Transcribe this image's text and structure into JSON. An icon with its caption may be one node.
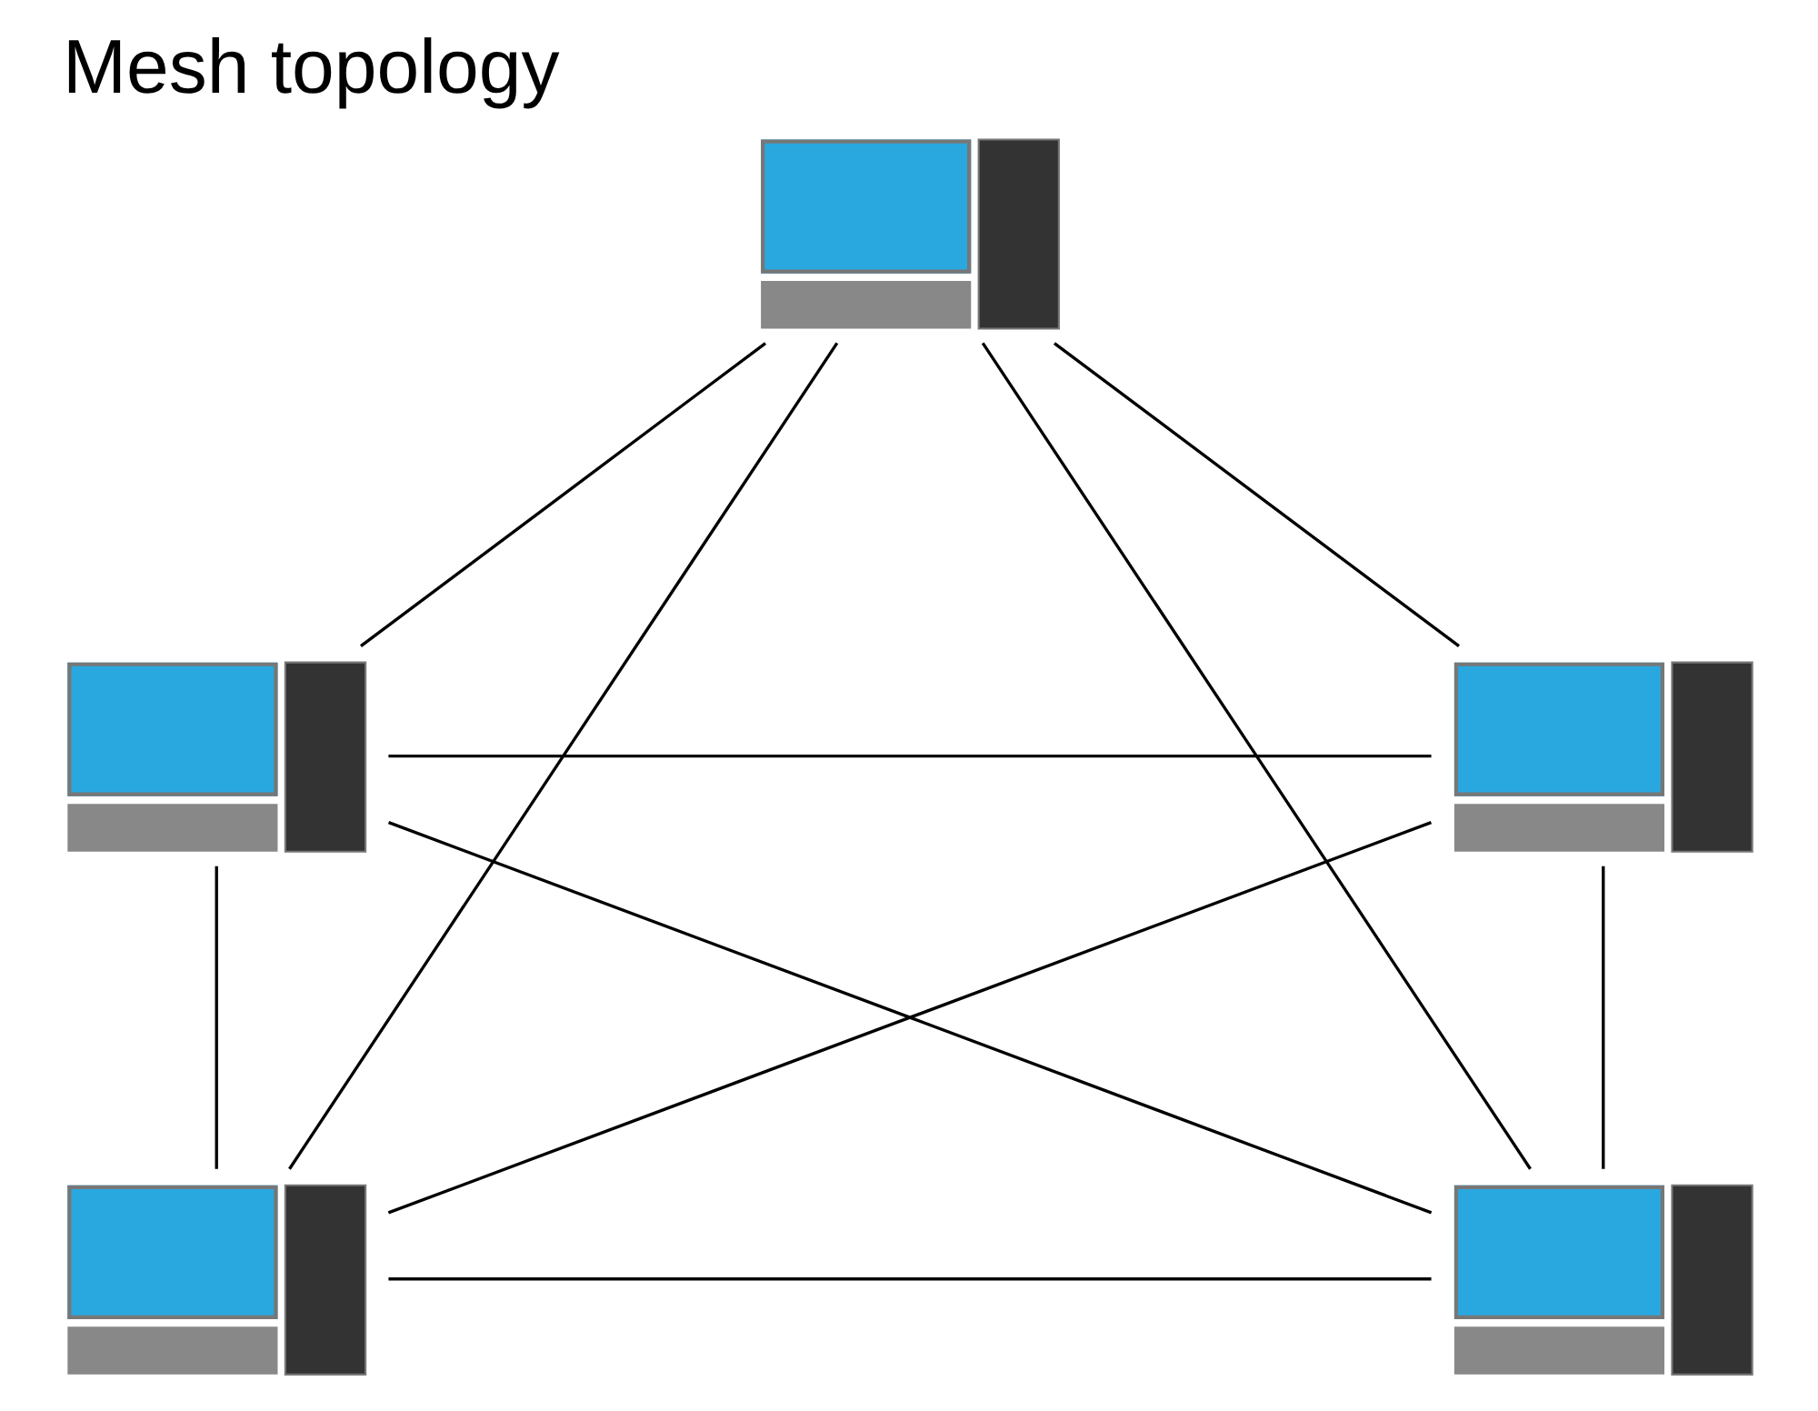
{
  "diagram": {
    "title": "Mesh topology",
    "nodes": [
      {
        "text": [],
        "shape": "picture"
      },
      {
        "text": [],
        "shape": "picture"
      },
      {
        "text": [],
        "shape": "picture"
      },
      {
        "text": [],
        "shape": "picture"
      },
      {
        "text": [],
        "shape": "picture"
      }
    ],
    "edges": [
      {
        "from": 0,
        "to": 1,
        "arrow": "none"
      },
      {
        "from": 0,
        "to": 2,
        "arrow": "none"
      },
      {
        "from": 0,
        "to": 3,
        "arrow": "none"
      },
      {
        "from": 0,
        "to": 4,
        "arrow": "none"
      },
      {
        "from": 1,
        "to": 2,
        "arrow": "none"
      },
      {
        "from": 1,
        "to": 3,
        "arrow": "none"
      },
      {
        "from": 1,
        "to": 4,
        "arrow": "none"
      },
      {
        "from": 2,
        "to": 3,
        "arrow": "none"
      },
      {
        "from": 2,
        "to": 4,
        "arrow": "none"
      },
      {
        "from": 3,
        "to": 4,
        "arrow": "none"
      }
    ]
  }
}
